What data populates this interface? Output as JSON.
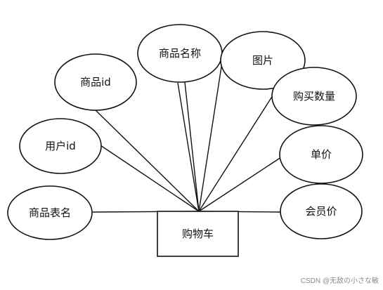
{
  "entity": {
    "label": "购物车"
  },
  "attributes": [
    {
      "id": "product-table-name",
      "label": "商品表名"
    },
    {
      "id": "user-id",
      "label": "用户id"
    },
    {
      "id": "product-id",
      "label": "商品id"
    },
    {
      "id": "product-name",
      "label": "商品名称"
    },
    {
      "id": "image",
      "label": "图片"
    },
    {
      "id": "purchase-quantity",
      "label": "购买数量"
    },
    {
      "id": "unit-price",
      "label": "单价"
    },
    {
      "id": "member-price",
      "label": "会员价"
    }
  ],
  "watermark": "CSDN @无敌の小さな敏",
  "colors": {
    "stroke": "#111111",
    "fill": "#ffffff",
    "text": "#111111",
    "watermark": "#8a8a8a"
  }
}
